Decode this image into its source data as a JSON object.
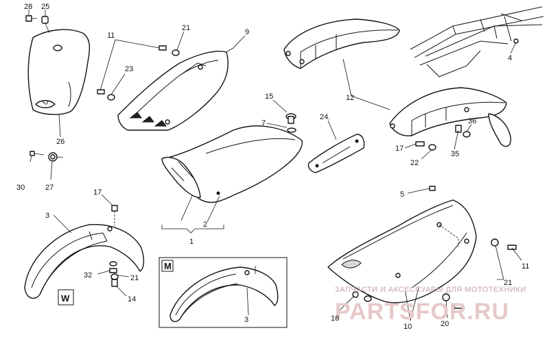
{
  "diagram": {
    "callouts": {
      "c28": "28",
      "c25": "25",
      "c26": "26",
      "c30": "30",
      "c27": "27",
      "c11a": "11",
      "c21a": "21",
      "c9": "9",
      "c23": "23",
      "c15": "15",
      "c7": "7",
      "c24": "24.",
      "c2": "2",
      "c1": "1",
      "c12": "12",
      "c4": "4",
      "c36": "36",
      "c35": "35",
      "c17a": "17",
      "c22": "22",
      "c5": "5",
      "c11b": "11",
      "c21b": "21",
      "c16": "16",
      "c10": "10",
      "c20": "20",
      "c17b": "17",
      "c3a": "3",
      "c32": "32",
      "c21c": "21",
      "c14": "14",
      "c3b": "3"
    },
    "variant_labels": {
      "w": "W",
      "m": "M"
    }
  },
  "watermark": {
    "line1": "ЗАПЧАСТИ И АКСЕССУАРЫ ДЛЯ МОТОТЕХНИКИ",
    "line2": "PARTSFOR.RU"
  }
}
